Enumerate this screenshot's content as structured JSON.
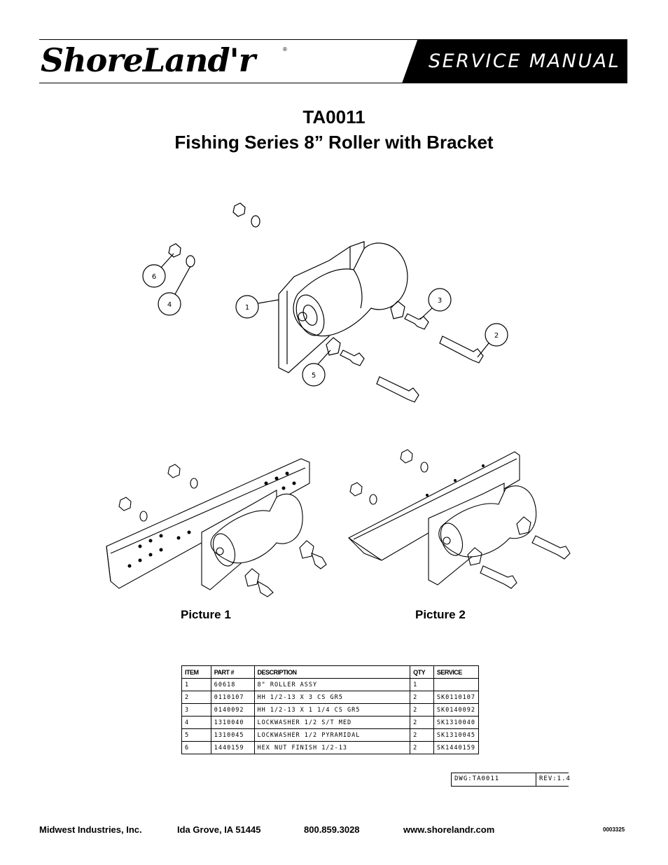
{
  "header": {
    "brand": "ShoreLand'r",
    "registered": "®",
    "banner": "SERVICE MANUAL"
  },
  "title": {
    "code": "TA0011",
    "name": "Fishing Series 8” Roller with Bracket"
  },
  "callouts": [
    "1",
    "2",
    "3",
    "4",
    "5",
    "6"
  ],
  "pictures": {
    "picture1": "Picture 1",
    "picture2": "Picture 2"
  },
  "parts_table": {
    "headers": [
      "ITEM",
      "PART #",
      "DESCRIPTION",
      "QTY",
      "SERVICE"
    ],
    "rows": [
      [
        "1",
        "60618",
        "8\" ROLLER ASSY",
        "1",
        ""
      ],
      [
        "2",
        "0110107",
        "HH 1/2-13 X 3 CS GR5",
        "2",
        "SK0110107"
      ],
      [
        "3",
        "0140092",
        "HH 1/2-13 X 1 1/4 CS GR5",
        "2",
        "SK0140092"
      ],
      [
        "4",
        "1310040",
        "LOCKWASHER 1/2 S/T MED",
        "2",
        "SK1310040"
      ],
      [
        "5",
        "1310045",
        "LOCKWASHER 1/2 PYRAMIDAL",
        "2",
        "SK1310045"
      ],
      [
        "6",
        "1440159",
        "HEX NUT FINISH 1/2-13",
        "2",
        "SK1440159"
      ]
    ]
  },
  "drawing_block": {
    "dwg": "DWG:TA0011",
    "rev": "REV:1.4"
  },
  "footer": {
    "company": "Midwest Industries, Inc.",
    "location": "Ida Grove, IA  51445",
    "phone": "800.859.3028",
    "website": "www.shorelandr.com",
    "doc_number": "0003325"
  }
}
